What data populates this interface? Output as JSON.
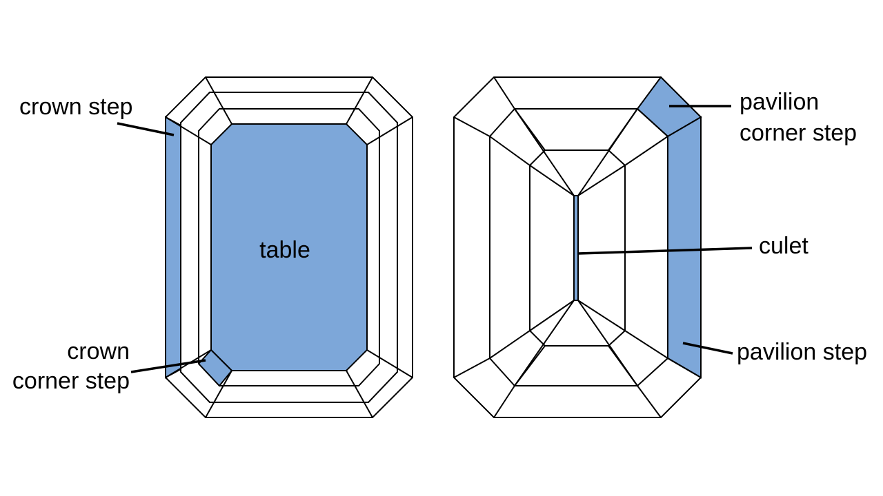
{
  "colors": {
    "facet_highlight": "#7DA7D9",
    "line": "#000000",
    "background": "#ffffff"
  },
  "labels": {
    "crown_step": "crown step",
    "crown_corner_step_line1": "crown",
    "crown_corner_step_line2": "corner step",
    "table": "table",
    "pavilion_corner_step_line1": "pavilion",
    "pavilion_corner_step_line2": "corner step",
    "culet": "culet",
    "pavilion_step": "pavilion step"
  }
}
